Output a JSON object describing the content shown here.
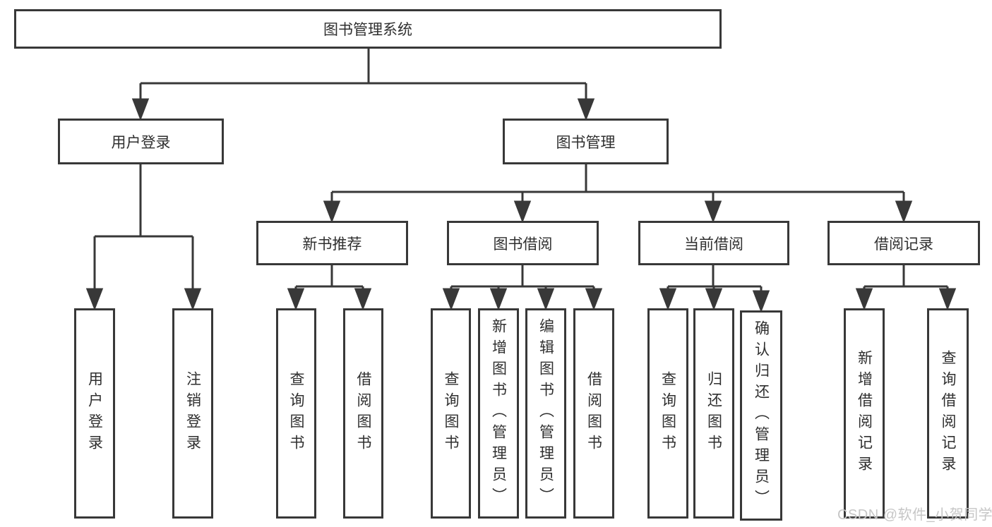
{
  "diagram": {
    "type": "hierarchy-tree",
    "tree": {
      "root": "图书管理系统",
      "branches": [
        {
          "label": "用户登录",
          "children": [
            "用户登录",
            "注销登录"
          ]
        },
        {
          "label": "图书管理",
          "children": [
            {
              "label": "新书推荐",
              "children": [
                "查询图书",
                "借阅图书"
              ]
            },
            {
              "label": "图书借阅",
              "children": [
                "查询图书",
                "新增图书（管理员）",
                "编辑图书（管理员）",
                "借阅图书"
              ]
            },
            {
              "label": "当前借阅",
              "children": [
                "查询图书",
                "归还图书",
                "确认归还（管理员）"
              ]
            },
            {
              "label": "借阅记录",
              "children": [
                "新增借阅记录",
                "查询借阅记录"
              ]
            }
          ]
        }
      ]
    }
  },
  "watermark": {
    "text": "CSDN @软件_小贺同学",
    "color": "#c6c6c6"
  },
  "colors": {
    "line": "#383838",
    "box_border": "#383838",
    "box_fill": "#ffffff",
    "text": "#2f2f2f",
    "background": "#ffffff"
  }
}
